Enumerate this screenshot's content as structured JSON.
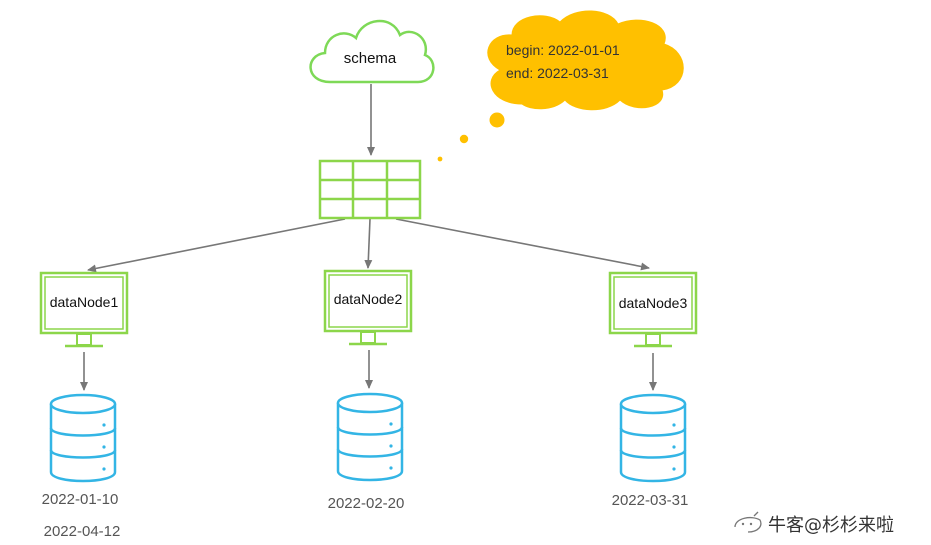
{
  "diagram": {
    "source": {
      "label": "schema",
      "icon": "cloud-icon",
      "color": "#7ED957"
    },
    "table": {
      "icon": "table-grid-icon",
      "color": "#8CD64A"
    },
    "annotation": {
      "icon": "thought-bubble-icon",
      "color": "#FFC000",
      "lines": [
        "begin: 2022-01-01",
        "end: 2022-03-31"
      ]
    },
    "nodes": [
      {
        "label": "dataNode1",
        "dates": [
          "2022-01-10",
          "2022-04-12"
        ]
      },
      {
        "label": "dataNode2",
        "dates": [
          "2022-02-20"
        ]
      },
      {
        "label": "dataNode3",
        "dates": [
          "2022-03-31"
        ]
      }
    ],
    "monitor_color": "#8CD64A",
    "database_color": "#33B5E5",
    "arrow_color": "#777777"
  },
  "watermark": {
    "text": "牛客@杉杉来啦",
    "icon": "nowcoder-logo-icon"
  }
}
